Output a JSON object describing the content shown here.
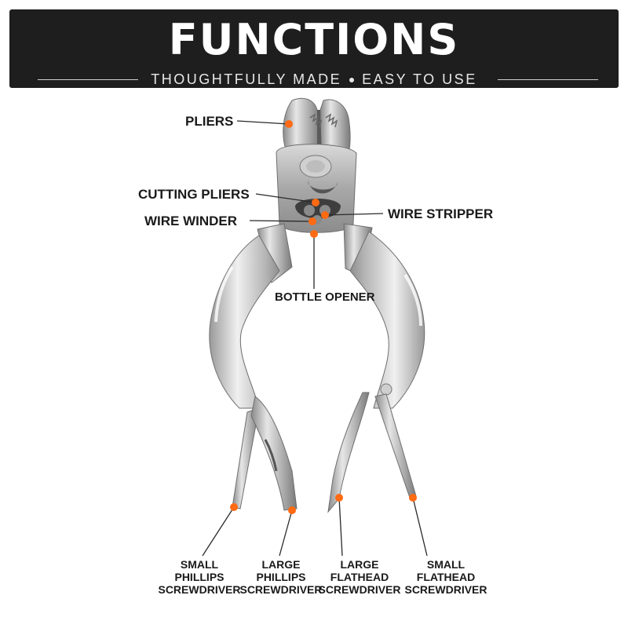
{
  "header": {
    "title": "FUNCTIONS",
    "subtitle_left": "THOUGHTFULLY MADE",
    "subtitle_right": "EASY TO USE"
  },
  "accent_color": "#ff6a13",
  "callouts": {
    "pliers": "PLIERS",
    "cutting_pliers": "CUTTING PLIERS",
    "wire_winder": "WIRE WINDER",
    "wire_stripper": "WIRE STRIPPER",
    "bottle_opener": "BOTTLE OPENER",
    "small_phillips": [
      "SMALL",
      "PHILLIPS",
      "SCREWDRIVER"
    ],
    "large_phillips": [
      "LARGE",
      "PHILLIPS",
      "SCREWDRIVER"
    ],
    "large_flathead": [
      "LARGE",
      "FLATHEAD",
      "SCREWDRIVER"
    ],
    "small_flathead": [
      "SMALL",
      "FLATHEAD",
      "SCREWDRIVER"
    ]
  }
}
